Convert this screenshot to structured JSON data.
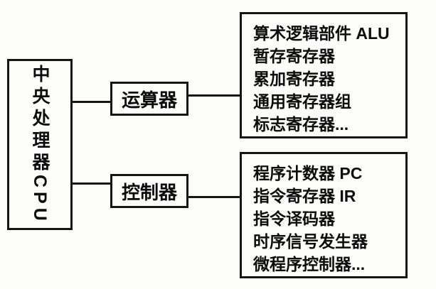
{
  "diagram": {
    "title": "CPU internal structure diagram",
    "colors": {
      "line": "#151515",
      "background": "#fcfcfb",
      "text": "#0c0c0c"
    },
    "cpu_box": {
      "label": "中央处理器CPU"
    },
    "arithmetic_box": {
      "label": "运算器"
    },
    "control_box": {
      "label": "控制器"
    },
    "arithmetic_detail_box": {
      "lines": [
        "算术逻辑部件 ALU",
        "暂存寄存器",
        "累加寄存器",
        "通用寄存器组",
        "标志寄存器..."
      ]
    },
    "control_detail_box": {
      "lines": [
        "程序计数器 PC",
        "指令寄存器 IR",
        "指令译码器",
        "时序信号发生器",
        "微程序控制器..."
      ]
    }
  }
}
